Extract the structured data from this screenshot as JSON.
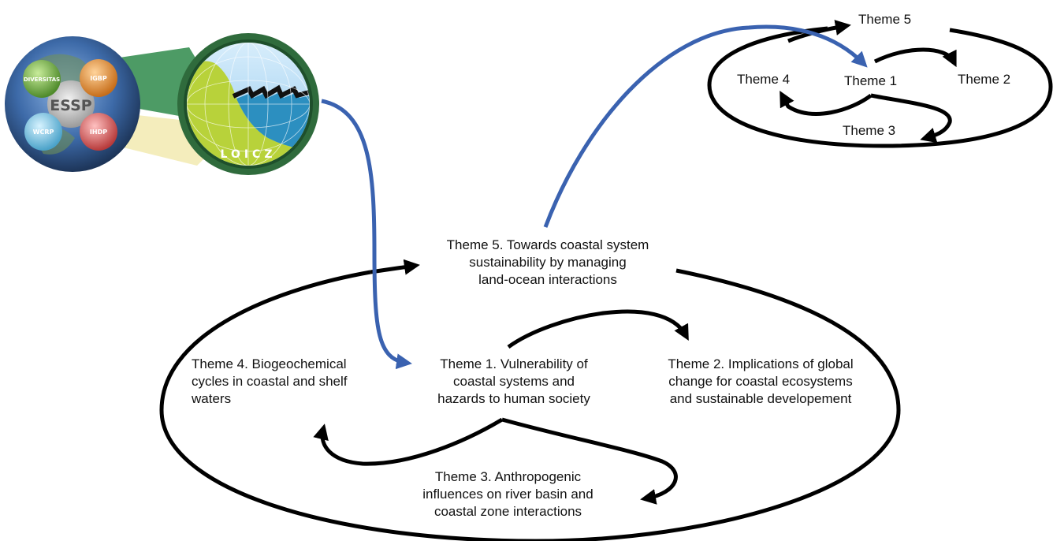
{
  "logos": {
    "essp": {
      "center": "ESSP",
      "bubbles": [
        "DIVERSITAS",
        "IGBP",
        "WCRP",
        "IHDP"
      ]
    },
    "loicz": "LOICZ"
  },
  "detail": {
    "theme5": "Theme 5",
    "theme1": "Theme 1",
    "theme2": "Theme 2",
    "theme3": "Theme 3",
    "theme4": "Theme 4"
  },
  "main": {
    "theme5": [
      "Theme 5. Towards coastal system",
      "sustainability by managing",
      "land-ocean interactions"
    ],
    "theme1": [
      "Theme 1. Vulnerability of",
      "coastal systems and",
      "hazards to human society"
    ],
    "theme2": [
      "Theme 2. Implications of global",
      "change for coastal ecosystems",
      "and sustainable developement"
    ],
    "theme3": [
      "Theme 3. Anthropogenic",
      "influences on river basin and",
      "coastal zone interactions"
    ],
    "theme4": [
      "Theme 4. Biogeochemical",
      "cycles in coastal and shelf",
      "waters"
    ]
  },
  "colors": {
    "cycle": "#000000",
    "link": "#3a62b0"
  }
}
